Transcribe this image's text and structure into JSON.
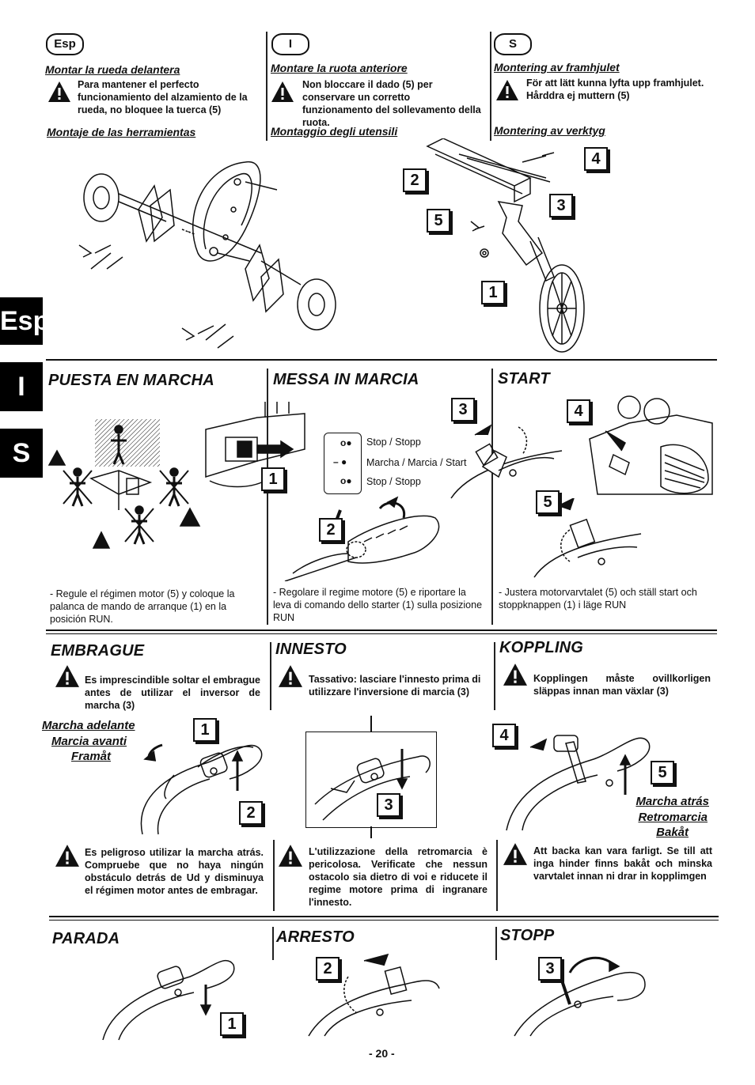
{
  "side_tabs": [
    "Esp",
    "I",
    "S"
  ],
  "top": {
    "esp": {
      "lang": "Esp",
      "heading1": "Montar la rueda delantera",
      "warning": "Para mantener el perfecto funcionamiento del alzamiento de la rueda, no bloquee la tuerca (5)",
      "heading2": "Montaje de las herramientas"
    },
    "it": {
      "lang": "I",
      "heading1": "Montare la ruota anteriore",
      "warning": "Non bloccare il dado (5) per conservare un corretto funzionamento del sollevamento della ruota.",
      "heading2": "Montaggio degli utensili"
    },
    "sv": {
      "lang": "S",
      "heading1": "Montering av framhjulet",
      "warning": "För att lätt kunna lyfta upp framhjulet. Hårddra ej muttern (5)",
      "heading2": "Montering av verktyg"
    }
  },
  "figure_numbers": {
    "assembly": [
      "2",
      "4",
      "5",
      "3",
      "1"
    ],
    "start": [
      "1",
      "2",
      "3",
      "4",
      "5"
    ],
    "clutch": [
      "1",
      "2",
      "3",
      "4",
      "5"
    ],
    "stop": [
      "1",
      "2",
      "3"
    ]
  },
  "start": {
    "titles": [
      "PUESTA EN MARCHA",
      "MESSA IN MARCIA",
      "START"
    ],
    "switch_labels": [
      "Stop / Stopp",
      "Marcha / Marcia / Start",
      "Stop / Stopp"
    ],
    "texts": [
      "- Regule el régimen motor (5) y coloque la palanca de mando de arranque (1) en la posición RUN.",
      "- Regolare il regime motore (5) e riportare la leva di comando dello starter (1) sulla posizione RUN",
      "- Justera motorvarvtalet (5) och ställ start och stoppknappen (1) i läge RUN"
    ]
  },
  "clutch": {
    "titles": [
      "EMBRAGUE",
      "INNESTO",
      "KOPPLING"
    ],
    "warnings_top": [
      "Es imprescindible soltar el embrague antes de utilizar el inversor de marcha (3)",
      "Tassativo: lasciare l'innesto prima di utilizzare l'inversione di marcia (3)",
      "Kopplingen måste ovillkorligen släppas innan man växlar (3)"
    ],
    "forward_labels": [
      "Marcha adelante",
      "Marcia avanti",
      "Framåt"
    ],
    "reverse_labels": [
      "Marcha atrás",
      "Retromarcia",
      "Bakåt"
    ],
    "warnings_bottom": [
      "Es peligroso utilizar la marcha atrás. Compruebe que no haya ningún obstáculo detrás de Ud y disminuya el régimen motor antes de embragar.",
      "L'utilizzazione della retromarcia è pericolosa. Verificate che nessun ostacolo sia dietro di voi e riducete il regime motore prima di ingranare l'innesto.",
      "Att backa kan vara farligt. Se till att inga hinder finns bakåt och minska varvtalet innan ni drar in kopplimgen"
    ]
  },
  "stop": {
    "titles": [
      "PARADA",
      "ARRESTO",
      "STOPP"
    ]
  },
  "page_number": "- 20 -"
}
